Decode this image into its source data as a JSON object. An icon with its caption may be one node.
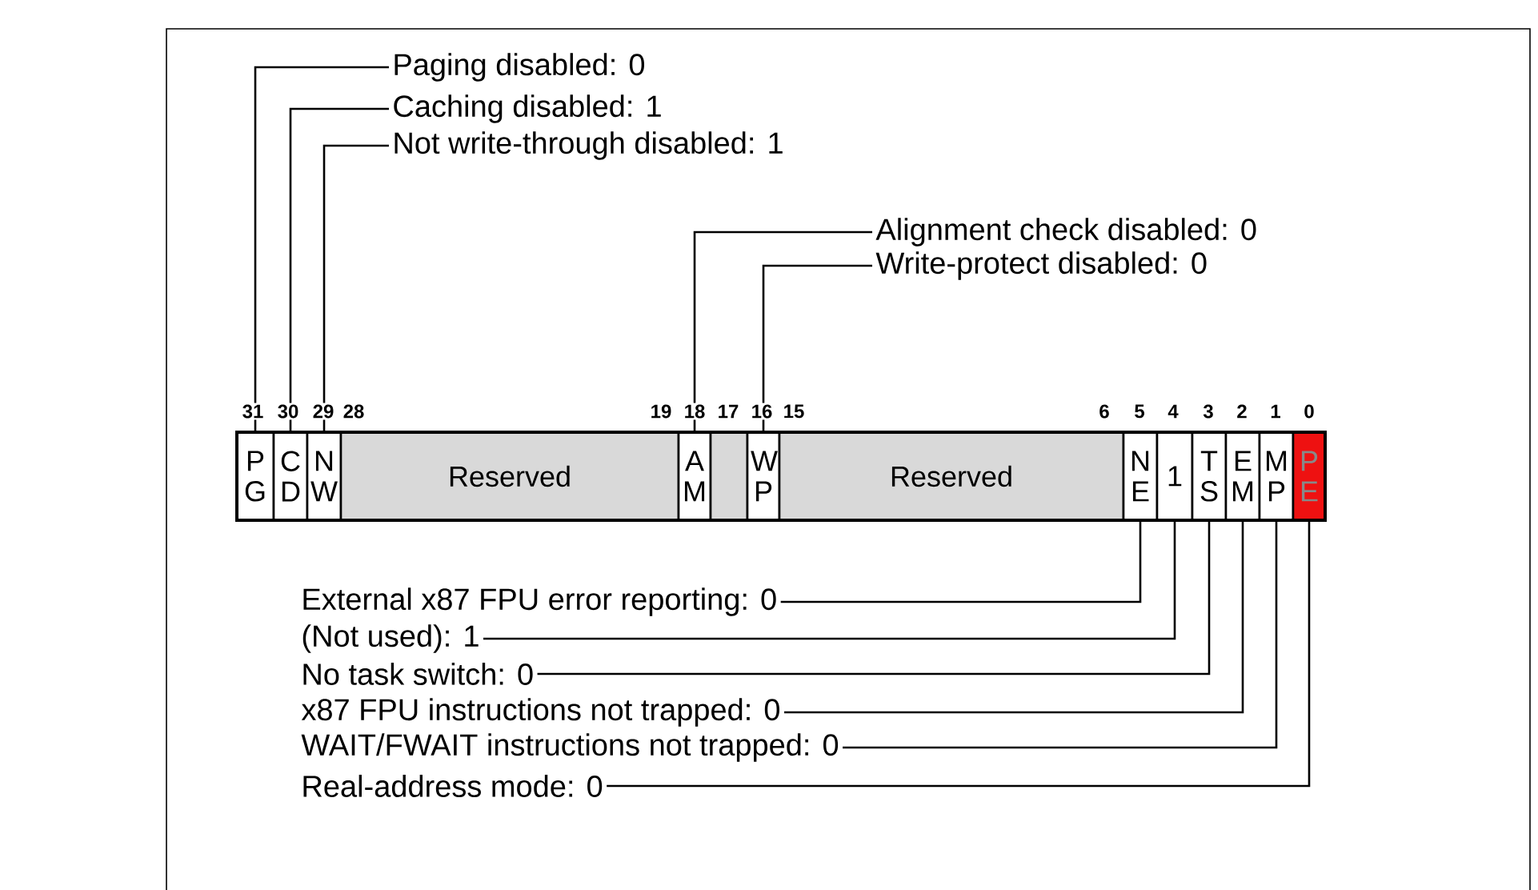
{
  "diagram": {
    "nodes": [
      {
        "text": [
          "P G"
        ]
      },
      {
        "text": [
          "C D"
        ]
      },
      {
        "text": [
          "N W"
        ]
      },
      {
        "text": [
          "Reserved"
        ]
      },
      {
        "text": [
          "A M"
        ]
      },
      {
        "text": [],
        "shape": "box"
      },
      {
        "text": [
          "W P"
        ]
      },
      {
        "text": [
          "Reserved"
        ]
      },
      {
        "text": [
          "N E"
        ]
      },
      {
        "text": [
          "1"
        ]
      },
      {
        "text": [
          "T S"
        ]
      },
      {
        "text": [
          "E M"
        ]
      },
      {
        "text": [
          "M P"
        ]
      },
      {
        "text": [
          "P E"
        ]
      },
      {
        "text": [
          "Paging disabled: 0"
        ]
      },
      {
        "text": [
          "Caching disabled: 1"
        ]
      },
      {
        "text": [
          "Not write-through disabled: 1"
        ]
      },
      {
        "text": [
          "Alignment check disabled: 0"
        ]
      },
      {
        "text": [
          "Write-protect disabled: 0"
        ]
      },
      {
        "text": [
          "External x87 FPU error reporting: 0"
        ]
      },
      {
        "text": [
          "(Not used): 1"
        ]
      },
      {
        "text": [
          "No task switch: 0"
        ]
      },
      {
        "text": [
          "x87 FPU instructions not trapped: 0"
        ]
      },
      {
        "text": [
          "WAIT/FWAIT instructions not trapped: 0"
        ]
      },
      {
        "text": [
          "Real-address mode: 0"
        ]
      }
    ],
    "edges": [
      {
        "from": 14,
        "to": 0,
        "arrow": "none"
      },
      {
        "from": 15,
        "to": 1,
        "arrow": "none"
      },
      {
        "from": 16,
        "to": 2,
        "arrow": "none"
      },
      {
        "from": 17,
        "to": 4,
        "arrow": "none"
      },
      {
        "from": 18,
        "to": 6,
        "arrow": "none"
      },
      {
        "from": 19,
        "to": 8,
        "arrow": "none"
      },
      {
        "from": 20,
        "to": 9,
        "arrow": "none"
      },
      {
        "from": 21,
        "to": 10,
        "arrow": "none"
      },
      {
        "from": 22,
        "to": 11,
        "arrow": "none"
      },
      {
        "from": 23,
        "to": 12,
        "arrow": "none"
      },
      {
        "from": 24,
        "to": 13,
        "arrow": "none"
      }
    ],
    "labels": [
      "31",
      "30",
      "29",
      "28",
      "19",
      "18",
      "17",
      "16",
      "15",
      "6",
      "5",
      "4",
      "3",
      "2",
      "1",
      "0"
    ]
  }
}
